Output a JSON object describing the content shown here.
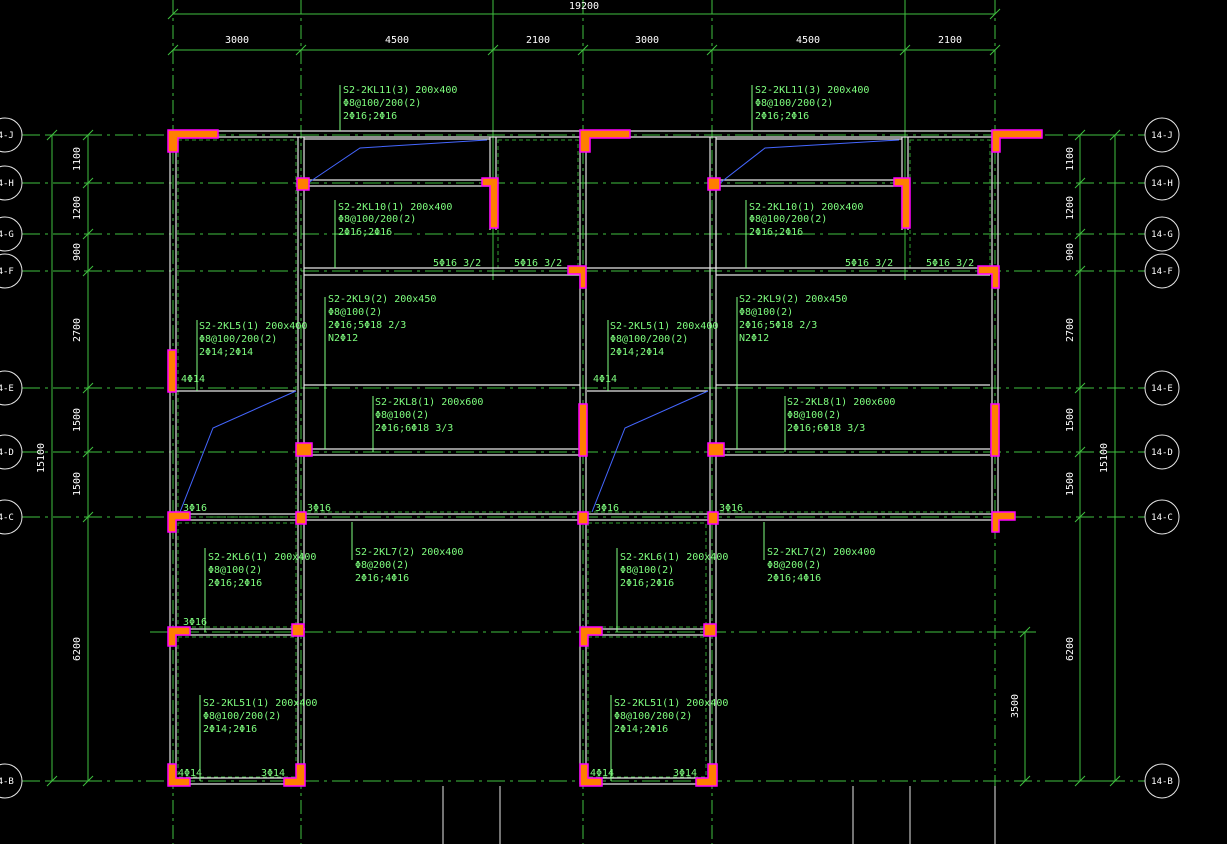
{
  "total_width_dim": "19200",
  "col_dims": [
    "3000",
    "4500",
    "2100",
    "3000",
    "4500",
    "2100"
  ],
  "row_dims": [
    "1100",
    "1200",
    "900",
    "2700",
    "1500",
    "1500",
    "6200"
  ],
  "total_height_dim": "15100",
  "sub_dim": "3500",
  "axes": [
    "14-J",
    "14-H",
    "14-G",
    "14-F",
    "14-E",
    "14-D",
    "14-C",
    "14-B"
  ],
  "beams": [
    {
      "id": "kl11a",
      "lines": [
        "S2-2KL11(3) 200x400",
        "Φ8@100/200(2)",
        "2Φ16;2Φ16"
      ]
    },
    {
      "id": "kl11b",
      "lines": [
        "S2-2KL11(3) 200x400",
        "Φ8@100/200(2)",
        "2Φ16;2Φ16"
      ]
    },
    {
      "id": "kl10a",
      "lines": [
        "S2-2KL10(1) 200x400",
        "Φ8@100/200(2)",
        "2Φ16;2Φ16"
      ]
    },
    {
      "id": "kl10b",
      "lines": [
        "S2-2KL10(1) 200x400",
        "Φ8@100/200(2)",
        "2Φ16;2Φ16"
      ]
    },
    {
      "id": "kl9a",
      "lines": [
        "S2-2KL9(2) 200x450",
        "Φ8@100(2)",
        "2Φ16;5Φ18 2/3",
        "N2Φ12"
      ]
    },
    {
      "id": "kl9b",
      "lines": [
        "S2-2KL9(2) 200x450",
        "Φ8@100(2)",
        "2Φ16;5Φ18 2/3",
        "N2Φ12"
      ]
    },
    {
      "id": "kl5a",
      "lines": [
        "S2-2KL5(1) 200x400",
        "Φ8@100/200(2)",
        "2Φ14;2Φ14"
      ]
    },
    {
      "id": "kl5b",
      "lines": [
        "S2-2KL5(1) 200x400",
        "Φ8@100/200(2)",
        "2Φ14;2Φ14"
      ]
    },
    {
      "id": "kl8a",
      "lines": [
        "S2-2KL8(1) 200x600",
        "Φ8@100(2)",
        "2Φ16;6Φ18 3/3"
      ]
    },
    {
      "id": "kl8b",
      "lines": [
        "S2-2KL8(1) 200x600",
        "Φ8@100(2)",
        "2Φ16;6Φ18 3/3"
      ]
    },
    {
      "id": "kl6a",
      "lines": [
        "S2-2KL6(1) 200x400",
        "Φ8@100(2)",
        "2Φ16;2Φ16"
      ]
    },
    {
      "id": "kl6b",
      "lines": [
        "S2-2KL6(1) 200x400",
        "Φ8@100(2)",
        "2Φ16;2Φ16"
      ]
    },
    {
      "id": "kl7a",
      "lines": [
        "S2-2KL7(2) 200x400",
        "Φ8@200(2)",
        "2Φ16;4Φ16"
      ]
    },
    {
      "id": "kl7b",
      "lines": [
        "S2-2KL7(2) 200x400",
        "Φ8@200(2)",
        "2Φ16;4Φ16"
      ]
    },
    {
      "id": "kl51a",
      "lines": [
        "S2-2KL51(1) 200x400",
        "Φ8@100/200(2)",
        "2Φ14;2Φ16"
      ]
    },
    {
      "id": "kl51b",
      "lines": [
        "S2-2KL51(1) 200x400",
        "Φ8@100/200(2)",
        "2Φ14;2Φ16"
      ]
    }
  ],
  "rebar_notes": [
    {
      "id": "n1",
      "text": "5Φ16 3/2"
    },
    {
      "id": "n2",
      "text": "5Φ16 3/2"
    },
    {
      "id": "n3",
      "text": "5Φ16 3/2"
    },
    {
      "id": "n4",
      "text": "5Φ16 3/2"
    },
    {
      "id": "n5",
      "text": "4Φ14"
    },
    {
      "id": "n6",
      "text": "4Φ14"
    },
    {
      "id": "n7",
      "text": "3Φ16"
    },
    {
      "id": "n8",
      "text": "3Φ16"
    },
    {
      "id": "n9",
      "text": "3Φ16"
    },
    {
      "id": "n10",
      "text": "3Φ16"
    },
    {
      "id": "n11",
      "text": "3Φ16"
    },
    {
      "id": "n12",
      "text": "4Φ14"
    },
    {
      "id": "n13",
      "text": "3Φ14"
    },
    {
      "id": "n14",
      "text": "4Φ14"
    },
    {
      "id": "n15",
      "text": "3Φ14"
    }
  ],
  "colors": {
    "background": "#000000",
    "grid": "#3fbf3f",
    "text": "#ffffff",
    "beam_text": "#7fff7f",
    "beam_line": "#e6e6e6",
    "column": "#ff7f00",
    "column_edge": "#ff00ff",
    "leader": "#4466ff",
    "hidden": "#2fa02f"
  }
}
